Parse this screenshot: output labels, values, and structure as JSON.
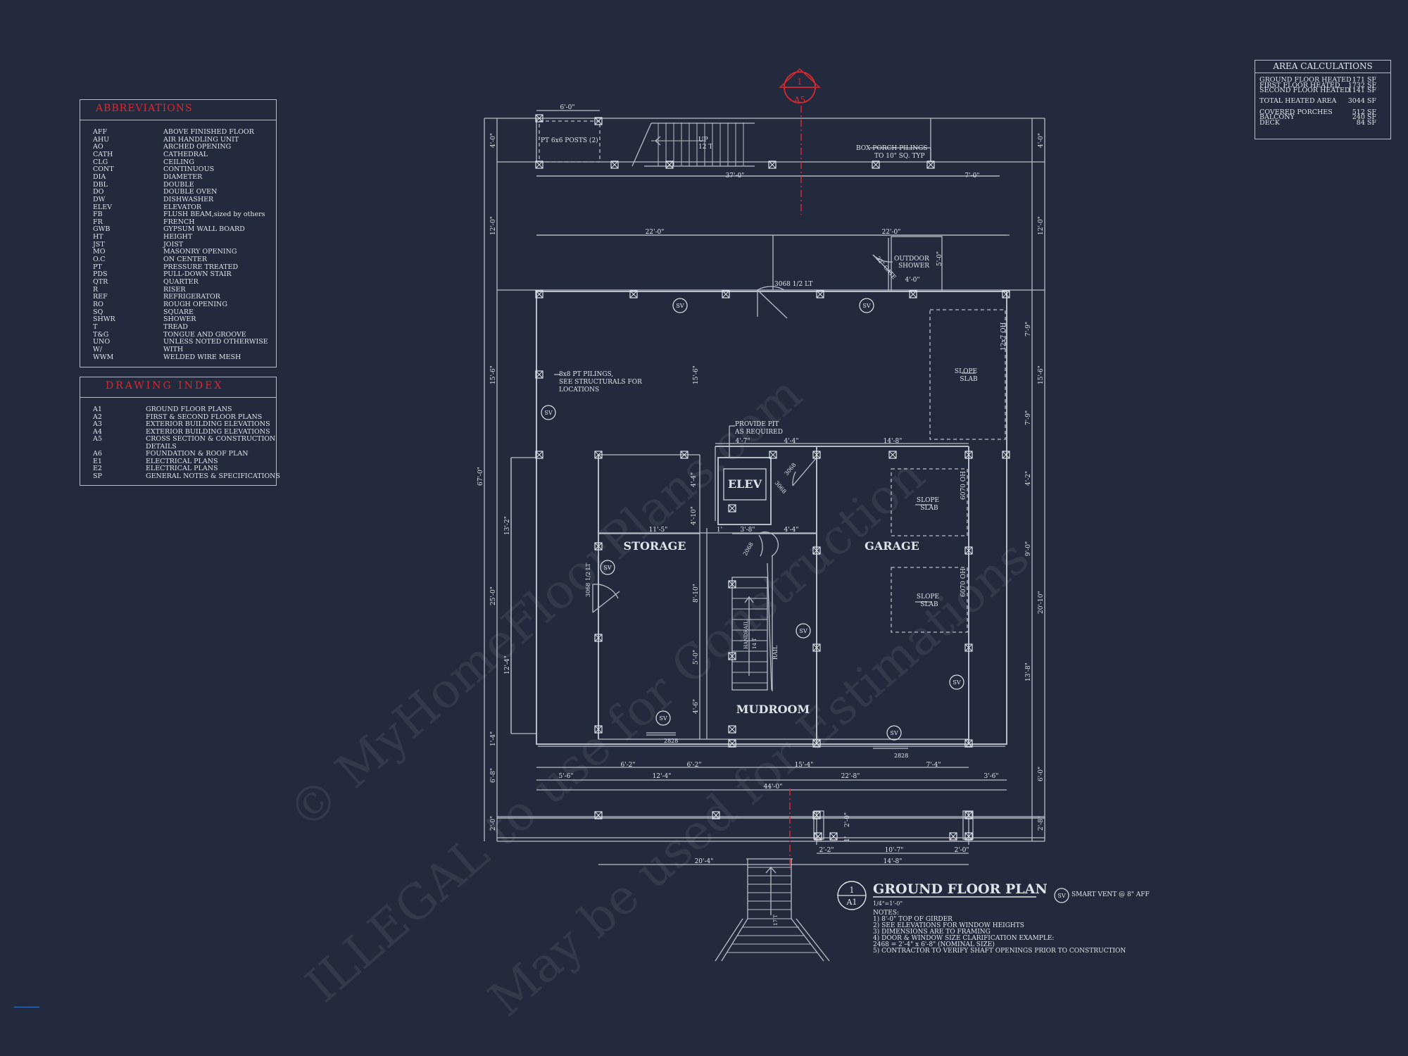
{
  "abbreviations": {
    "title": "ABBREVIATIONS",
    "items": [
      {
        "code": "AFF",
        "desc": "ABOVE FINISHED FLOOR"
      },
      {
        "code": "AHU",
        "desc": "AIR HANDLING UNIT"
      },
      {
        "code": "AO",
        "desc": "ARCHED OPENING"
      },
      {
        "code": "CATH",
        "desc": "CATHEDRAL"
      },
      {
        "code": "CLG",
        "desc": "CEILING"
      },
      {
        "code": "CONT",
        "desc": "CONTINUOUS"
      },
      {
        "code": "DIA",
        "desc": "DIAMETER"
      },
      {
        "code": "DBL",
        "desc": "DOUBLE"
      },
      {
        "code": "DO",
        "desc": "DOUBLE OVEN"
      },
      {
        "code": "DW",
        "desc": "DISHWASHER"
      },
      {
        "code": "ELEV",
        "desc": "ELEVATOR"
      },
      {
        "code": "FB",
        "desc": "FLUSH BEAM,sized by others"
      },
      {
        "code": "FR",
        "desc": "FRENCH"
      },
      {
        "code": "GWB",
        "desc": "GYPSUM WALL BOARD"
      },
      {
        "code": "HT",
        "desc": "HEIGHT"
      },
      {
        "code": "JST",
        "desc": "JOIST"
      },
      {
        "code": "MO",
        "desc": "MASONRY OPENING"
      },
      {
        "code": "O.C",
        "desc": "ON CENTER"
      },
      {
        "code": "PT",
        "desc": "PRESSURE TREATED"
      },
      {
        "code": "PDS",
        "desc": "PULL-DOWN STAIR"
      },
      {
        "code": "QTR",
        "desc": "QUARTER"
      },
      {
        "code": "R",
        "desc": "RISER"
      },
      {
        "code": "REF",
        "desc": "REFRIGERATOR"
      },
      {
        "code": "RO",
        "desc": "ROUGH OPENING"
      },
      {
        "code": "SQ",
        "desc": "SQUARE"
      },
      {
        "code": "SHWR",
        "desc": "SHOWER"
      },
      {
        "code": "T",
        "desc": "TREAD"
      },
      {
        "code": "T&G",
        "desc": "TONGUE AND GROOVE"
      },
      {
        "code": "UNO",
        "desc": "UNLESS NOTED OTHERWISE"
      },
      {
        "code": "W/",
        "desc": "WITH"
      },
      {
        "code": "WWM",
        "desc": "WELDED WIRE MESH"
      }
    ]
  },
  "drawing_index": {
    "title": "DRAWING INDEX",
    "items": [
      {
        "code": "A1",
        "desc": "GROUND FLOOR PLANS"
      },
      {
        "code": "A2",
        "desc": "FIRST & SECOND FLOOR PLANS"
      },
      {
        "code": "A3",
        "desc": "EXTERIOR BUILDING ELEVATIONS"
      },
      {
        "code": "A4",
        "desc": "EXTERIOR BUILDING ELEVATIONS"
      },
      {
        "code": "A5",
        "desc": "CROSS SECTION & CONSTRUCTION"
      },
      {
        "code": "",
        "desc": "DETAILS"
      },
      {
        "code": "A6",
        "desc": "FOUNDATION & ROOF PLAN"
      },
      {
        "code": "E1",
        "desc": "ELECTRICAL PLANS"
      },
      {
        "code": "E2",
        "desc": "ELECTRICAL PLANS"
      },
      {
        "code": "SP",
        "desc": "GENERAL NOTES & SPECIFICATIONS"
      }
    ]
  },
  "area_calculations": {
    "title": "AREA CALCULATIONS",
    "rows": [
      {
        "label": "GROUND FLOOR HEATED",
        "value": "171 SF"
      },
      {
        "label": "FIRST FLOOR HEATED",
        "value": "1732 SF"
      },
      {
        "label": "SECOND FLOOR HEATED",
        "value": "1141 SF"
      },
      {
        "label": "",
        "value": ""
      },
      {
        "label": "TOTAL HEATED AREA",
        "value": "3044 SF"
      },
      {
        "label": "",
        "value": ""
      },
      {
        "label": "COVERED PORCHES",
        "value": "512 SF"
      },
      {
        "label": "BALCONY",
        "value": "240 SF"
      },
      {
        "label": "DECK",
        "value": "84 SF"
      }
    ]
  },
  "section_marker": {
    "number": "1",
    "sheet": "A5"
  },
  "rooms": {
    "storage": "STORAGE",
    "garage": "GARAGE",
    "mudroom": "MUDROOM",
    "elev": "ELEV"
  },
  "annotations": {
    "pt_posts": "PT 6x6 POSTS (2)",
    "stair_top_up": "UP",
    "stair_top_count": "12 T",
    "box_porch_1": "BOX PORCH PILINGS",
    "box_porch_2": "TO 10\" SQ. TYP",
    "outdoor_1": "OUTDOOR",
    "outdoor_2": "SHOWER",
    "gate": "32\" GATE",
    "door_top": "3068 1/2 LT",
    "pilings_1": "8x8 PT PILINGS,",
    "pilings_2": "SEE STRUCTURALS FOR",
    "pilings_3": "LOCATIONS",
    "pit_1": "PROVIDE PIT",
    "pit_2": "AS REQUIRED",
    "slope_slab": "SLOPE",
    "slab": "SLAB",
    "oh_12": "12x7 OH",
    "oh_6070a": "6070 OH",
    "oh_6070b": "6070 OH",
    "door_3068a": "3068",
    "door_3068b": "3068",
    "door_2068": "2068",
    "door_storage": "3068 1/2 LT",
    "win_2828a": "2828",
    "win_2828b": "2828",
    "rail": "RAIL",
    "handrail": "HANDRAIL",
    "stair_up": "UP",
    "stair_14t": "14 T",
    "stair_bottom": "17 T",
    "sv": "SV"
  },
  "dimensions": {
    "d_6_0": "6'-0\"",
    "d_37_0": "37'-0\"",
    "d_7_0": "7'-0\"",
    "d_22_0a": "22'-0\"",
    "d_22_0b": "22'-0\"",
    "d_4_0_top": "4'-0\"",
    "d_4_0_right": "4'-0\"",
    "d_4_0_shower": "4'-0\"",
    "d_5_0": "5'-0\"",
    "d_12_0_left": "12'-0\"",
    "d_12_0_right": "12'-0\"",
    "d_15_6_left": "15'-6\"",
    "d_15_6_mid": "15'-6\"",
    "d_15_6_right": "15'-6\"",
    "d_67_0": "67'-0\"",
    "d_7_9a": "7'-9\"",
    "d_7_9b": "7'-9\"",
    "d_4_7": "4'-7\"",
    "d_4_4a": "4'-4\"",
    "d_14_8_top": "14'-8\"",
    "d_4_4v": "4'-4\"",
    "d_4_10": "4'-10\"",
    "d_11_5": "11'-5\"",
    "d_1_": "1'",
    "d_3_8": "3'-8\"",
    "d_4_4b": "4'-4\"",
    "d_13_2": "13'-2\"",
    "d_25_0": "25'-0\"",
    "d_8_10": "8'-10\"",
    "d_5_0b": "5'-0\"",
    "d_4_6": "4'-6\"",
    "d_12_4": "12'-4\"",
    "d_4_2": "4'-2\"",
    "d_9_0": "9'-0\"",
    "d_20_10": "20'-10\"",
    "d_13_8": "13'-8\"",
    "d_1_4": "1'-4\"",
    "d_6_2a": "6'-2\"",
    "d_6_2b": "6'-2\"",
    "d_15_4": "15'-4\"",
    "d_7_4": "7'-4\"",
    "d_5_6": "5'-6\"",
    "d_12_4h": "12'-4\"",
    "d_22_8": "22'-8\"",
    "d_3_6": "3'-6\"",
    "d_44_0": "44'-0\"",
    "d_6_8": "6'-8\"",
    "d_6_0r": "6'-0\"",
    "d_2_0l": "2'-0\"",
    "d_2_8r": "2'-8\"",
    "d_2_0v": "2'-0\"",
    "d_1_0v": "1'",
    "d_20_4": "20'-4\"",
    "d_2_2": "2'-2\"",
    "d_10_7": "10'-7\"",
    "d_2_0h": "2'-0\"",
    "d_14_8_bot": "14'-8\""
  },
  "title_block": {
    "number": "1",
    "sheet": "A1",
    "title": "GROUND FLOOR PLAN",
    "scale": "1/4\"=1'-0\"",
    "sv_symbol": "SV",
    "sv_legend": "SMART VENT @ 8\" AFF",
    "notes_title": "NOTES:",
    "notes": [
      "1) 8'-0\" TOP OF GIRDER",
      "2) SEE ELEVATIONS FOR WINDOW HEIGHTS",
      "3) DIMENSIONS ARE TO FRAMING",
      "4) DOOR & WINDOW SIZE CLARIFICATION EXAMPLE:",
      "    2468 = 2'-4\" x 6'-8\" (NOMINAL SIZE)",
      "5) CONTRACTOR TO VERIFY SHAFT OPENINGS PRIOR TO CONSTRUCTION"
    ]
  },
  "watermark": {
    "line1": "© MyHomeFloorPlans.com",
    "line2": "ILLEGAL to use for Construction",
    "line3": "May be used for Estimations"
  },
  "colors": {
    "background": "#232a3d",
    "line": "#b7bdc8",
    "text": "#dfe3ea",
    "accent_red": "#d8292f"
  }
}
